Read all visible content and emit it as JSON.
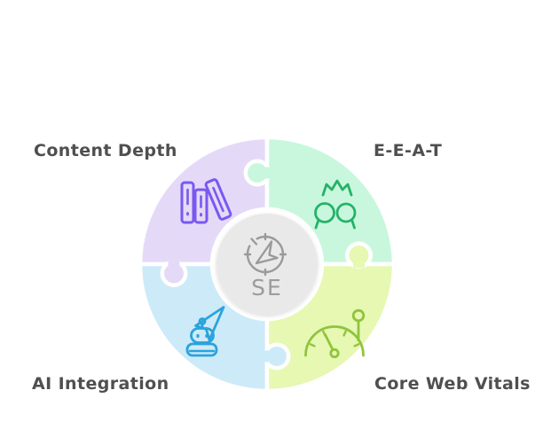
{
  "diagram": {
    "type": "puzzle-circle",
    "center": {
      "label": "SE",
      "icon": "compass",
      "circle_fill": "#e9e9e9",
      "icon_color": "#9a9a9a",
      "text_color": "#9c9c9c"
    },
    "quadrants": [
      {
        "label": "Content Depth",
        "position": "top-left",
        "fill": "#e4daf8",
        "icon": "books",
        "icon_color": "#7a58f0"
      },
      {
        "label": "E-E-A-T",
        "position": "top-right",
        "fill": "#c9f7de",
        "icon": "people-group",
        "icon_color": "#25b268"
      },
      {
        "label": "AI Integration",
        "position": "bottom-left",
        "fill": "#cdeaf8",
        "icon": "robot-send",
        "icon_color": "#2aa3dd"
      },
      {
        "label": "Core Web Vitals",
        "position": "bottom-right",
        "fill": "#e6f8b2",
        "icon": "speedometer",
        "icon_color": "#90c43e"
      }
    ],
    "label_color": "#4f4f4f",
    "gap_color": "#ffffff",
    "background": "#ffffff"
  }
}
